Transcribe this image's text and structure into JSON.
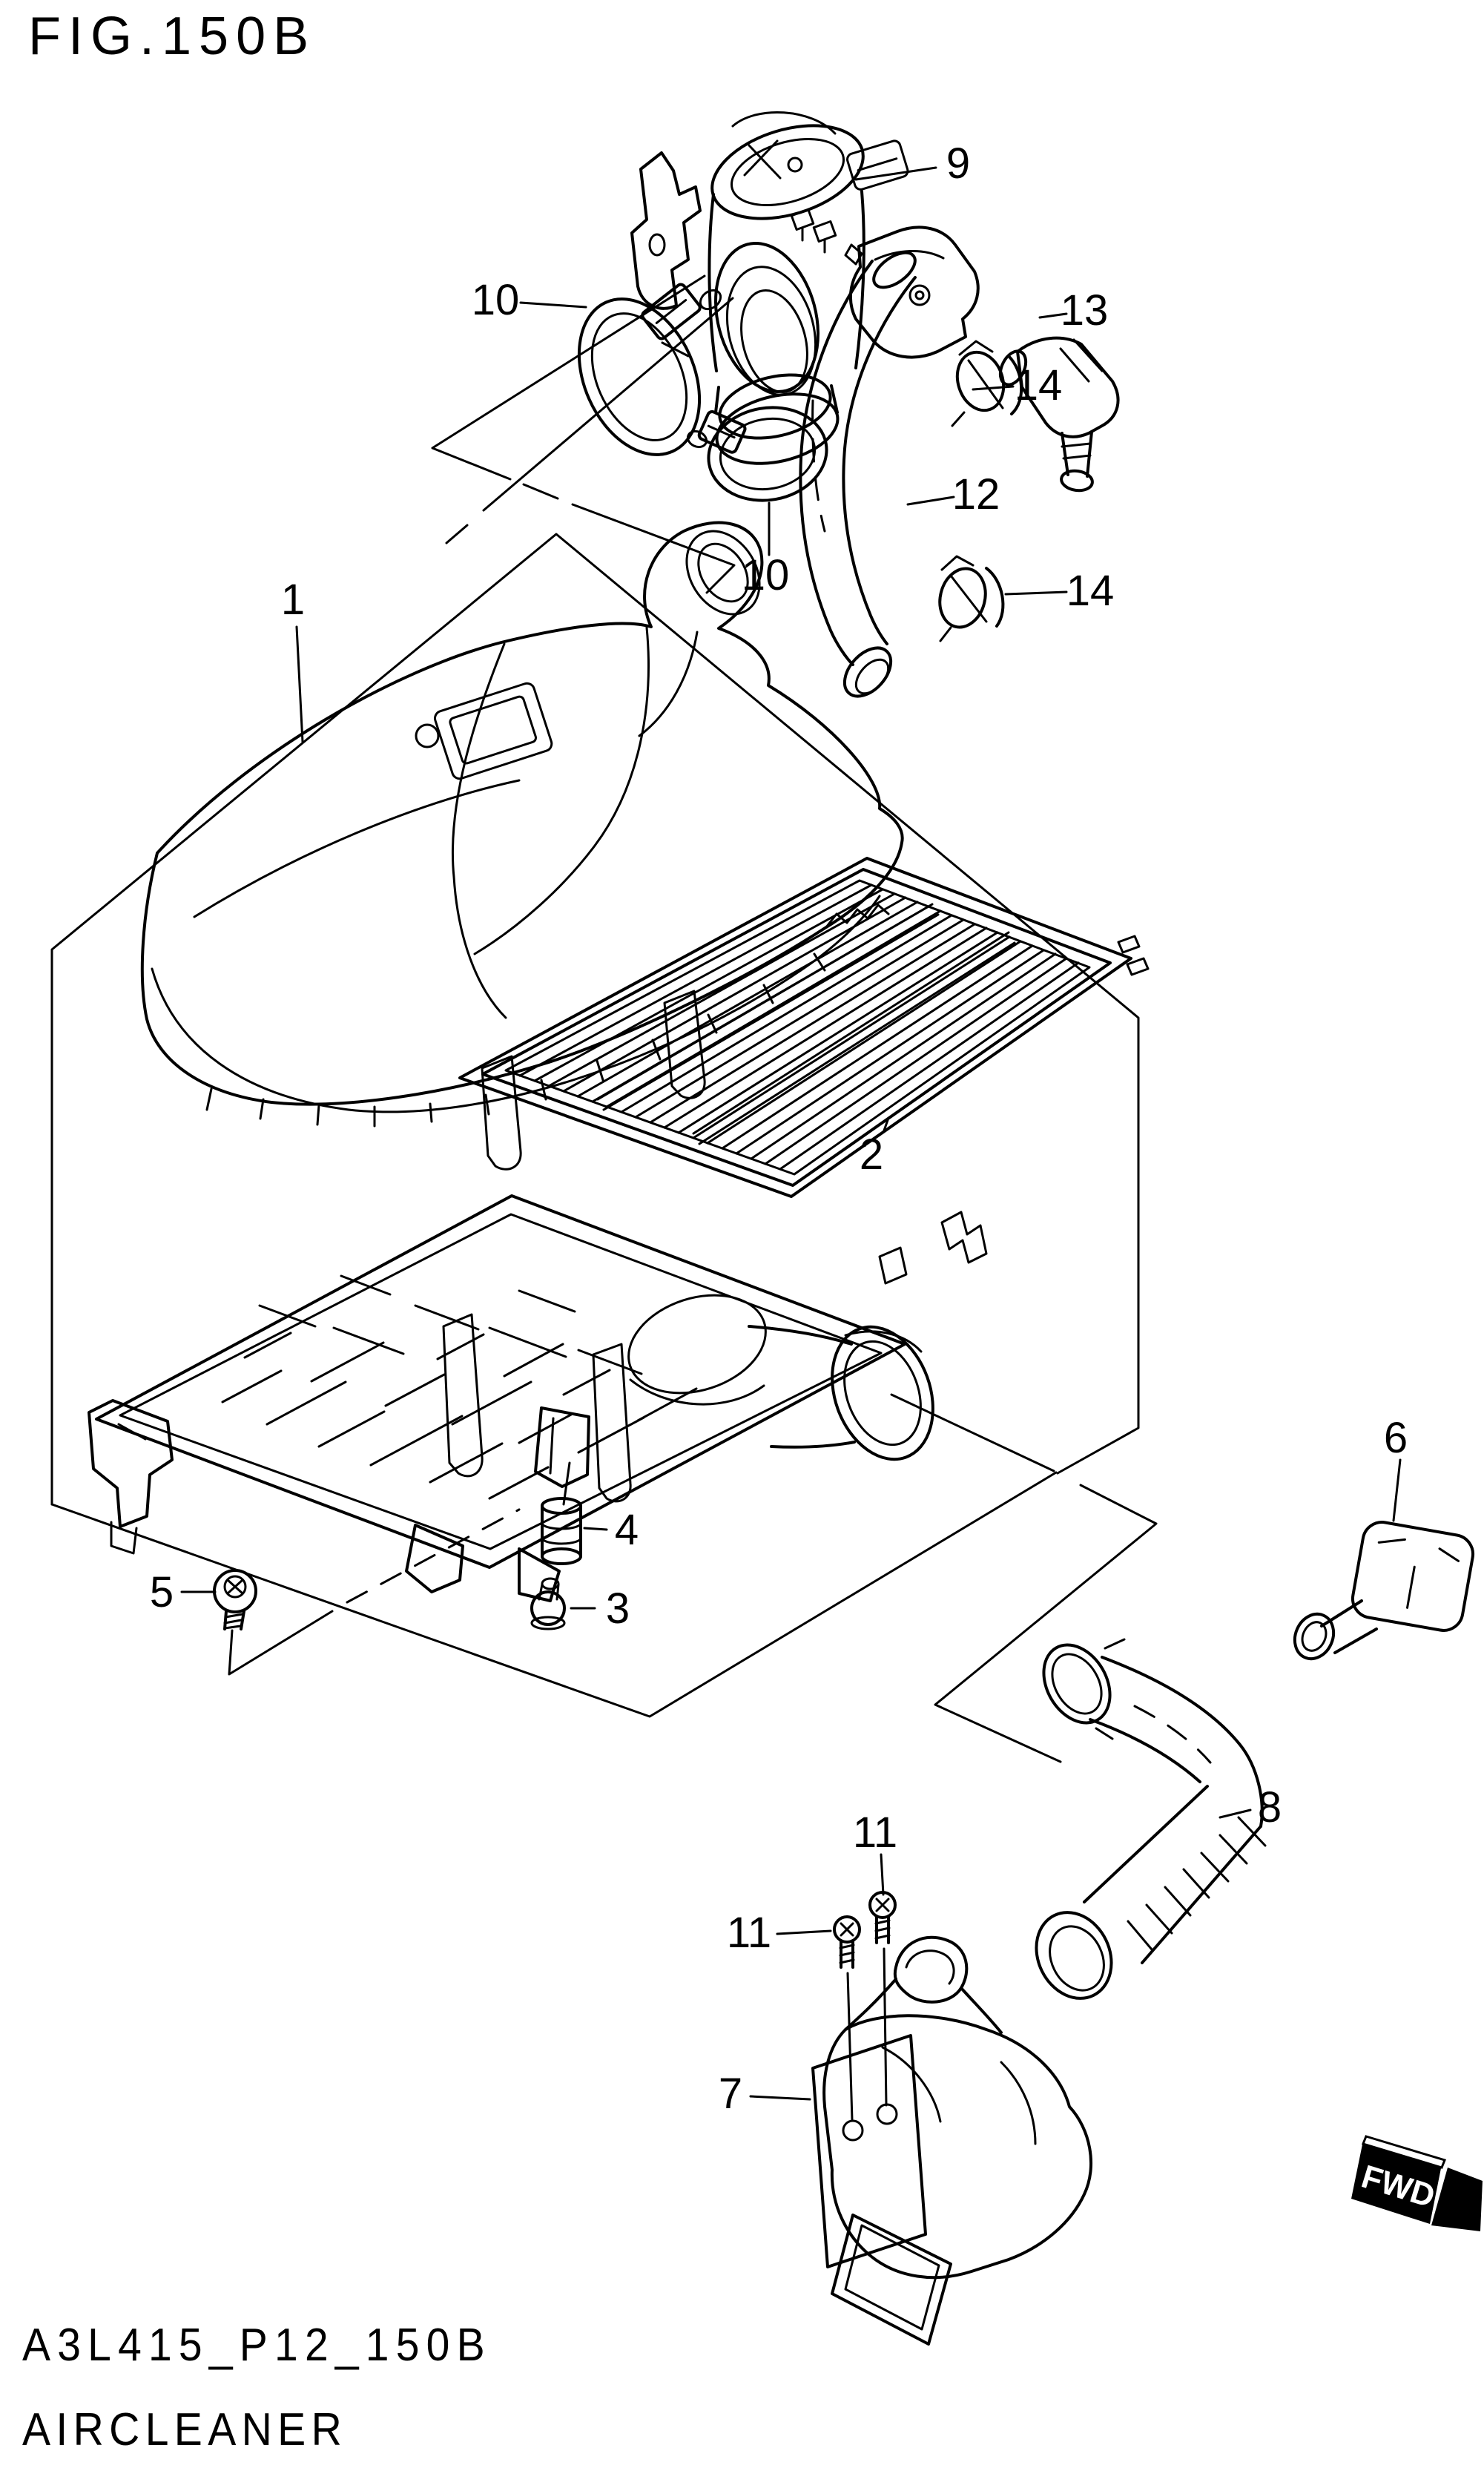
{
  "figure": {
    "title": "FIG.150B"
  },
  "footer": {
    "drawing_code": "A3L415_P12_150B",
    "figure_name": "AIRCLEANER"
  },
  "fwd_marker": {
    "label": "FWD"
  },
  "callouts": [
    {
      "ref": "1",
      "part": "1"
    },
    {
      "ref": "2",
      "part": "2"
    },
    {
      "ref": "3",
      "part": "3"
    },
    {
      "ref": "4",
      "part": "4"
    },
    {
      "ref": "5",
      "part": "5"
    },
    {
      "ref": "6",
      "part": "6"
    },
    {
      "ref": "7",
      "part": "7"
    },
    {
      "ref": "8",
      "part": "8"
    },
    {
      "ref": "9",
      "part": "9"
    },
    {
      "ref": "10a",
      "part": "10"
    },
    {
      "ref": "10b",
      "part": "10"
    },
    {
      "ref": "11a",
      "part": "11"
    },
    {
      "ref": "11b",
      "part": "11"
    },
    {
      "ref": "12",
      "part": "12"
    },
    {
      "ref": "13",
      "part": "13"
    },
    {
      "ref": "14a",
      "part": "14"
    },
    {
      "ref": "14b",
      "part": "14"
    }
  ]
}
